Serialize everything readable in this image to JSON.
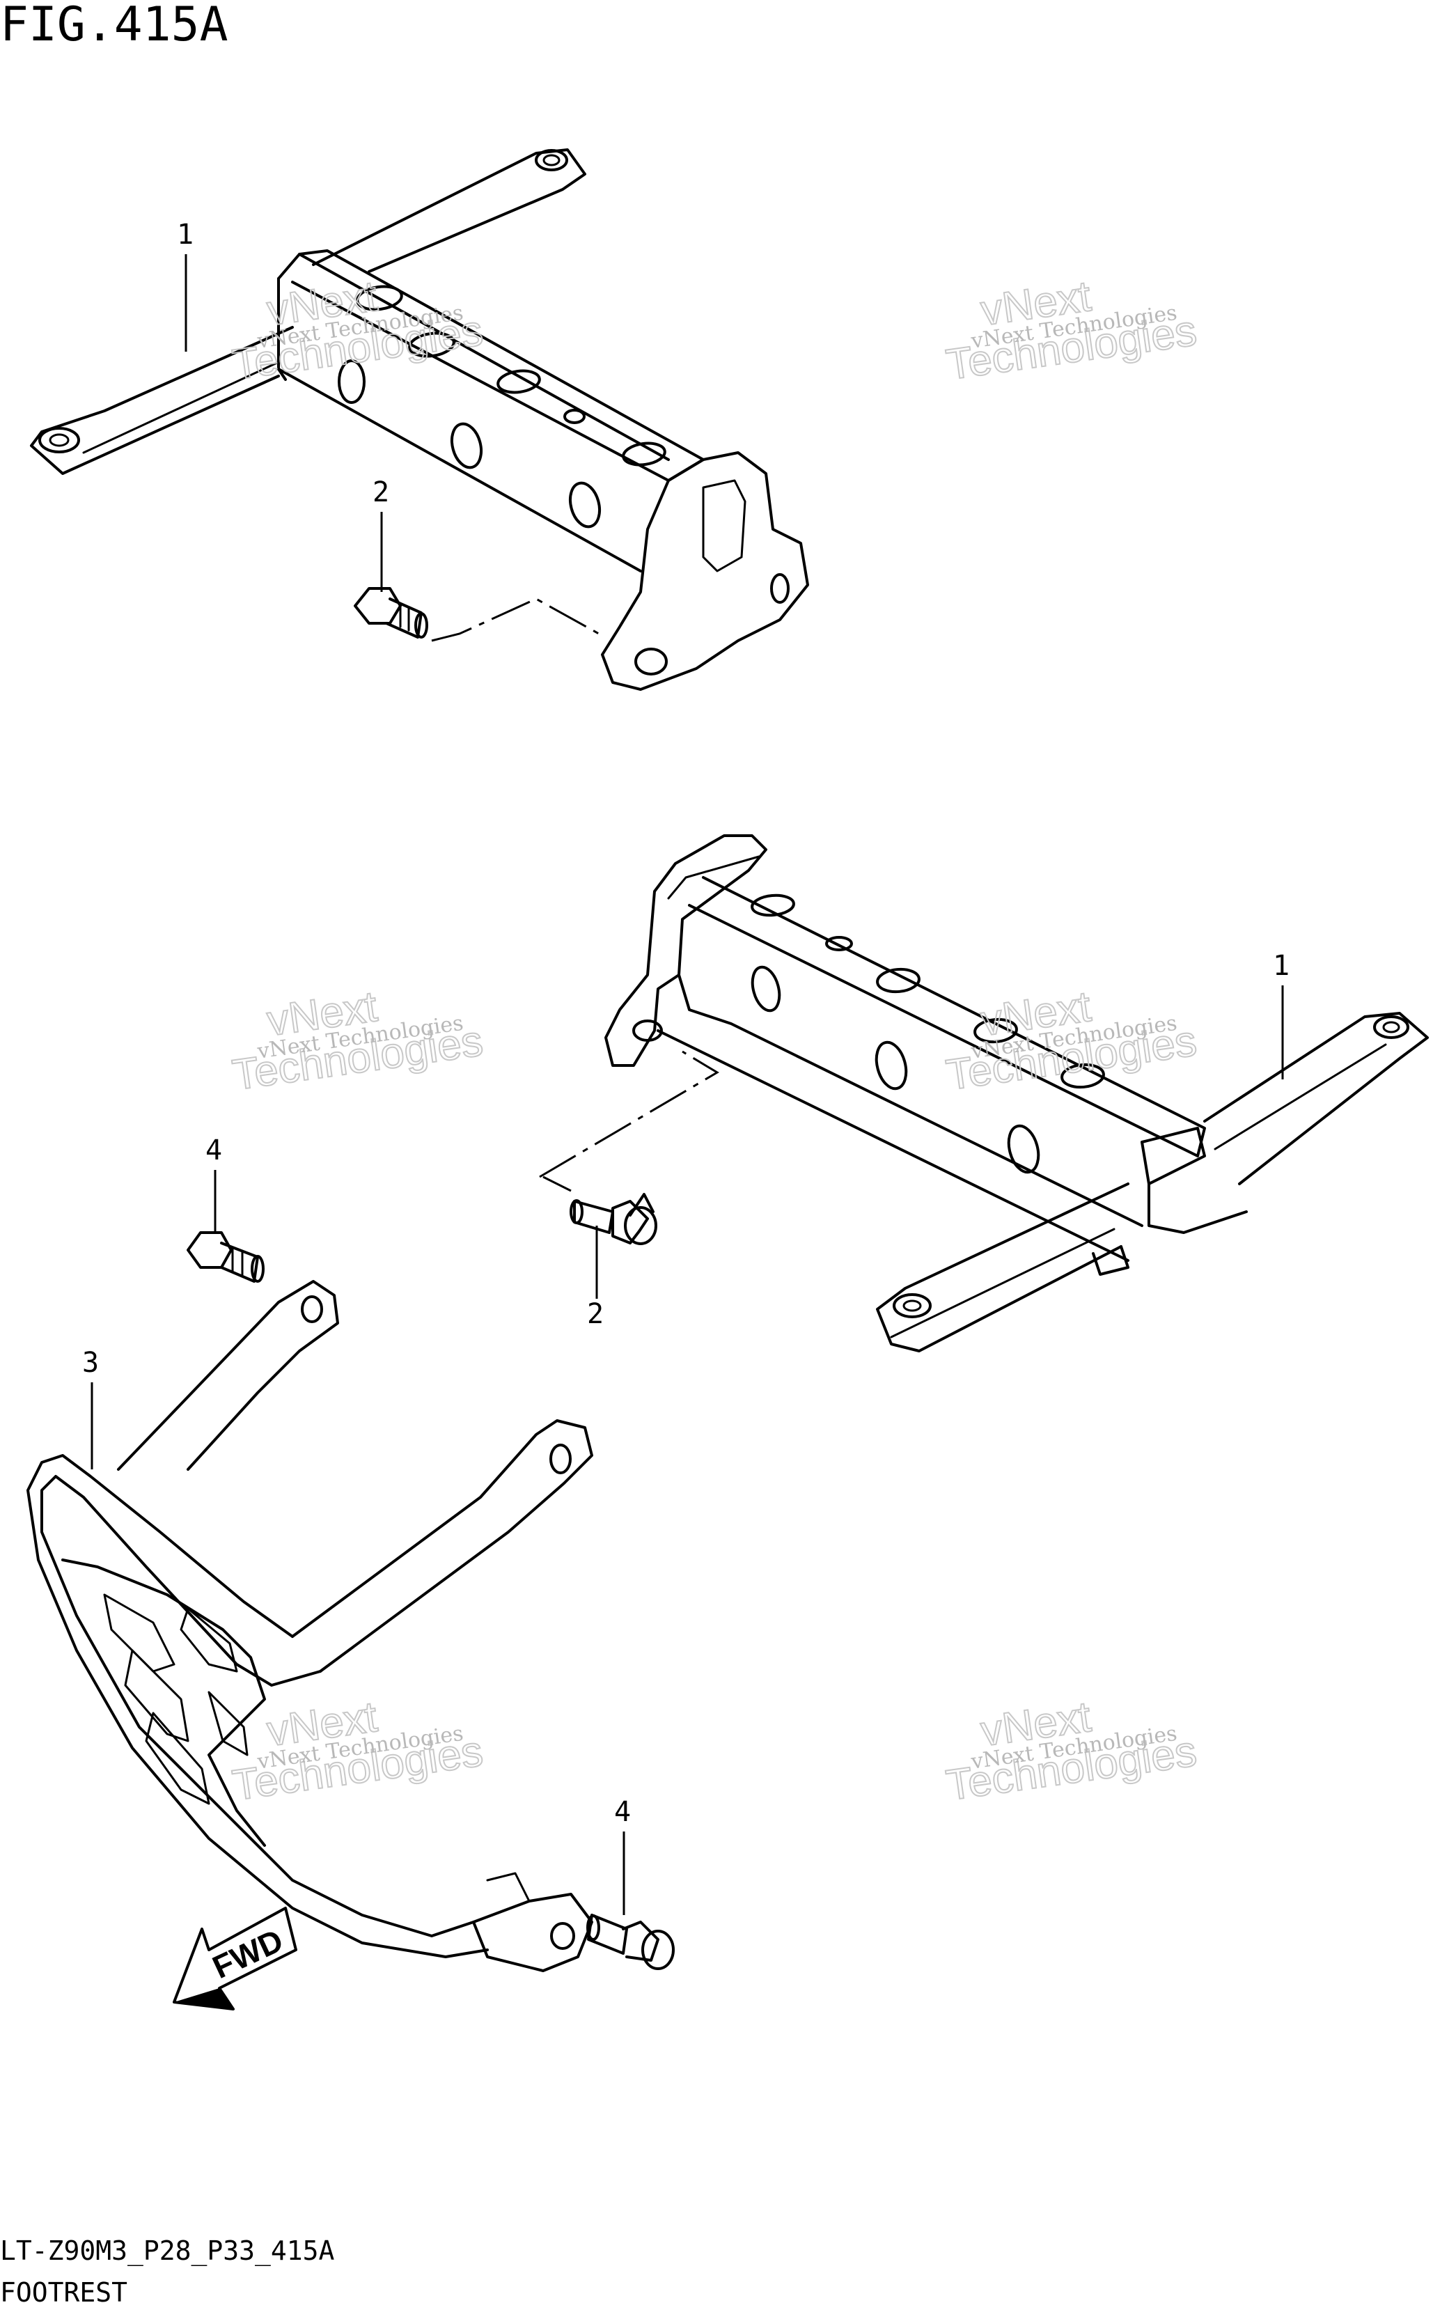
{
  "figure": {
    "title": "FIG.415A",
    "code": "LT-Z90M3_P28_P33_415A",
    "caption": "FOOTREST"
  },
  "callouts": {
    "upper_frame": "1",
    "upper_bolt": "2",
    "lower_frame": "1",
    "lower_bolt": "2",
    "guard": "3",
    "guard_bolt_top": "4",
    "guard_bolt_bottom": "4"
  },
  "watermark": {
    "line1": "vNext Technologies",
    "line2a": "vNext",
    "line2b": "Technologies"
  },
  "direction_label": "FWD",
  "icons": [
    "bolt-icon",
    "fwd-arrow-icon"
  ]
}
